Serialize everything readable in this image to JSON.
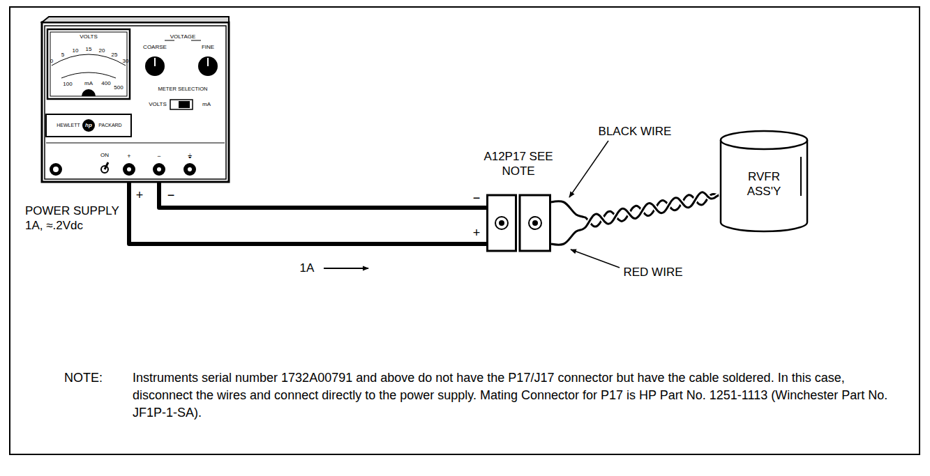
{
  "diagram": {
    "nodes": [
      {
        "text": [
          "POWER SUPPLY 1A, ≈.2Vdc"
        ]
      },
      {
        "text": [
          "A12P17 SEE NOTE"
        ]
      },
      {
        "text": [
          "RVFR ASS'Y"
        ]
      }
    ],
    "edges": [
      {
        "from": 0,
        "to": 1,
        "arrow": "none"
      },
      {
        "from": 0,
        "to": 1,
        "arrow": "none"
      },
      {
        "from": 1,
        "to": 2,
        "arrow": "none"
      }
    ],
    "labels": [
      "VOLTS",
      "0",
      "5",
      "10",
      "15",
      "20",
      "25",
      "30",
      "100",
      "mA",
      "400",
      "500",
      "COARSE",
      "VOLTAGE",
      "FINE",
      "METER SELECTION",
      "VOLTS",
      "mA",
      "HEWLETT",
      "hp",
      "PACKARD",
      "ON",
      "+",
      "−",
      "⏚",
      "+",
      "−",
      "1A",
      "−",
      "+",
      "BLACK WIRE",
      "RED WIRE",
      "NOTE:",
      "Instruments serial number 1732A00791 and above do not have the P17/J17 connector but have the cable soldered. In this case, disconnect the wires and connect directly to the power supply. Mating Connector for P17 is HP Part No. 1251-1113 (Winchester Part No. JF1P-1-SA)."
    ]
  }
}
